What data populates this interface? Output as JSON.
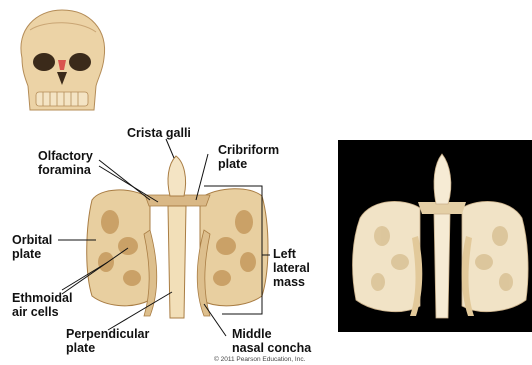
{
  "labels": {
    "crista_galli": "Crista galli",
    "olfactory_foramina_1": "Olfactory",
    "olfactory_foramina_2": "foramina",
    "cribriform_plate_1": "Cribriform",
    "cribriform_plate_2": "plate",
    "orbital_plate_1": "Orbital",
    "orbital_plate_2": "plate",
    "left_lateral_mass_1": "Left",
    "left_lateral_mass_2": "lateral",
    "left_lateral_mass_3": "mass",
    "ethmoidal_air_cells_1": "Ethmoidal",
    "ethmoidal_air_cells_2": "air cells",
    "perpendicular_plate_1": "Perpendicular",
    "perpendicular_plate_2": "plate",
    "middle_nasal_concha_1": "Middle",
    "middle_nasal_concha_2": "nasal concha"
  },
  "copyright": "© 2011 Pearson Education, Inc.",
  "colors": {
    "bone": "#e8cfa0",
    "bone_dark": "#b98f55",
    "bone_light": "#f4e4c4",
    "photo_bg": "#000000",
    "ethmoid_highlight": "#d9534f"
  }
}
